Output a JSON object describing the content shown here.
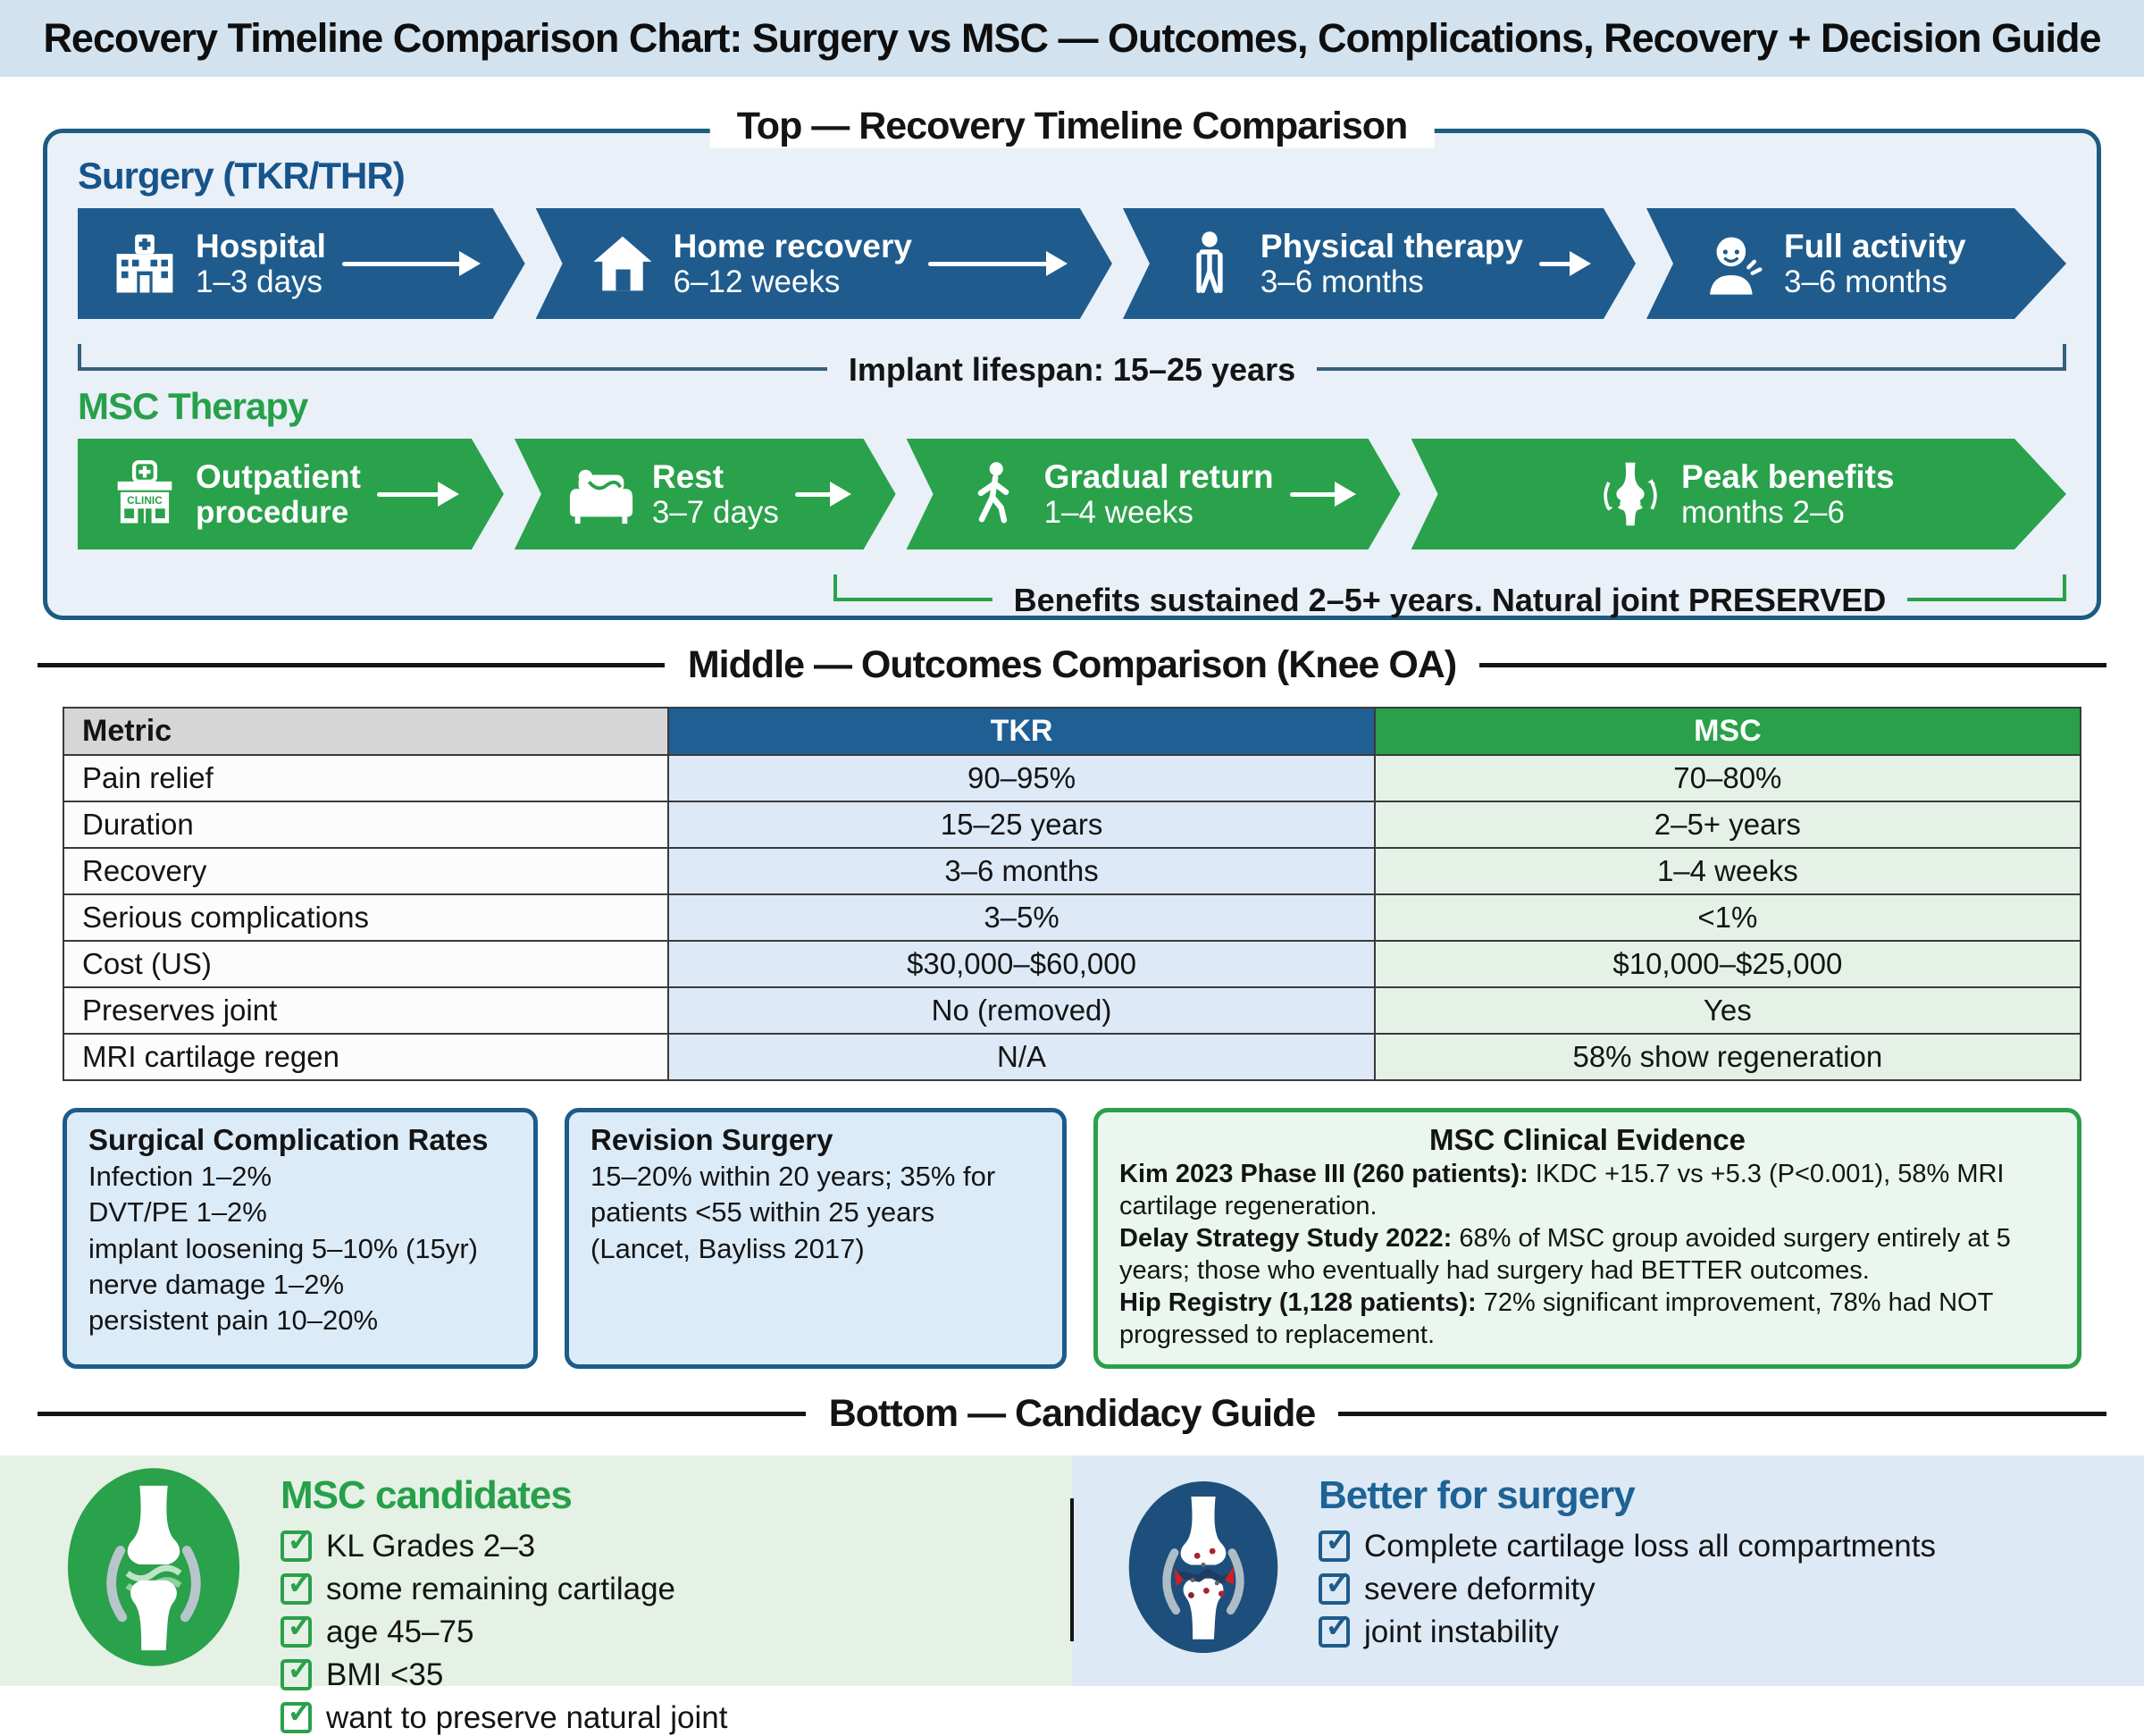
{
  "page_title": "Recovery Timeline Comparison Chart: Surgery vs MSC — Outcomes, Complications, Recovery + Decision Guide",
  "colors": {
    "surgery_blue": "#1f5c8d",
    "msc_green": "#2aa14b",
    "tkr_header": "#1f5f94",
    "msc_header": "#2aa04a",
    "panel_border": "#1d5b80"
  },
  "top": {
    "heading": "Top — Recovery Timeline Comparison",
    "surgery": {
      "label": "Surgery (TKR/THR)",
      "stages": [
        {
          "icon": "hospital-icon",
          "title": "Hospital",
          "subtitle": "1–3 days",
          "arrow": true
        },
        {
          "icon": "home-icon",
          "title": "Home recovery",
          "subtitle": "6–12 weeks",
          "arrow": true
        },
        {
          "icon": "crutches-icon",
          "title": "Physical therapy",
          "subtitle": "3–6 months",
          "arrow": true
        },
        {
          "icon": "full-activity-icon",
          "title": "Full activity",
          "subtitle": "3–6 months",
          "arrow": false
        }
      ],
      "bracket": "Implant lifespan: 15–25 years"
    },
    "msc": {
      "label": "MSC Therapy",
      "stages": [
        {
          "icon": "clinic-icon",
          "icon_label": "CLINIC",
          "title": "Outpatient",
          "subtitle": "procedure",
          "subtitle_bold": true,
          "arrow": true
        },
        {
          "icon": "couch-icon",
          "title": "Rest",
          "subtitle": "3–7 days",
          "arrow": true
        },
        {
          "icon": "walking-icon",
          "title": "Gradual return",
          "subtitle": "1–4 weeks",
          "arrow": true
        },
        {
          "icon": "joint-icon",
          "title": "Peak benefits",
          "subtitle": "months 2–6",
          "arrow": false
        }
      ],
      "bracket": "Benefits sustained 2–5+ years. Natural joint PRESERVED"
    }
  },
  "middle": {
    "heading": "Middle — Outcomes Comparison (Knee OA)",
    "table": {
      "headers": [
        "Metric",
        "TKR",
        "MSC"
      ],
      "rows": [
        [
          "Pain relief",
          "90–95%",
          "70–80%"
        ],
        [
          "Duration",
          "15–25 years",
          "2–5+ years"
        ],
        [
          "Recovery",
          "3–6 months",
          "1–4 weeks"
        ],
        [
          "Serious complications",
          "3–5%",
          "<1%"
        ],
        [
          "Cost (US)",
          "$30,000–$60,000",
          "$10,000–$25,000"
        ],
        [
          "Preserves joint",
          "No (removed)",
          "Yes"
        ],
        [
          "MRI cartilage regen",
          "N/A",
          "58% show regeneration"
        ]
      ]
    },
    "boxes": {
      "complications": {
        "title": "Surgical Complication Rates",
        "lines": [
          "Infection 1–2%",
          "DVT/PE 1–2%",
          "implant loosening 5–10% (15yr)",
          "nerve damage 1–2%",
          "persistent pain 10–20%"
        ]
      },
      "revision": {
        "title": "Revision Surgery",
        "text": "15–20% within 20 years; 35% for patients <55 within 25 years (Lancet, Bayliss 2017)"
      },
      "evidence": {
        "title": "MSC Clinical Evidence",
        "items": [
          {
            "lead": "Kim 2023 Phase III (260 patients):",
            "text": " IKDC +15.7 vs +5.3 (P<0.001), 58% MRI cartilage regeneration."
          },
          {
            "lead": "Delay Strategy Study 2022:",
            "text": " 68% of MSC group avoided surgery entirely at 5 years; those who eventually had surgery had BETTER outcomes."
          },
          {
            "lead": "Hip Registry (1,128 patients):",
            "text": " 72% significant improvement, 78% had NOT progressed to replacement."
          }
        ]
      }
    }
  },
  "bottom": {
    "heading": "Bottom — Candidacy Guide",
    "msc_candidates": {
      "title": "MSC candidates",
      "items": [
        "KL Grades 2–3",
        "some remaining cartilage",
        "age 45–75",
        "BMI <35",
        "want to preserve natural joint"
      ]
    },
    "better_surgery": {
      "title": "Better for surgery",
      "items": [
        "Complete cartilage loss all compartments",
        "severe deformity",
        "joint instability"
      ]
    }
  }
}
